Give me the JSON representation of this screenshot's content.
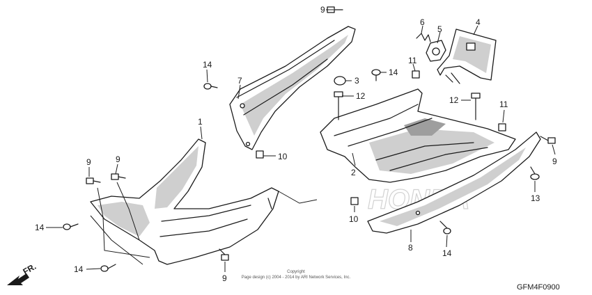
{
  "callouts": {
    "c9_top": "9",
    "c6": "6",
    "c5": "5",
    "c4": "4",
    "c14_a": "14",
    "c7": "7",
    "c11_a": "11",
    "c3": "3",
    "c14_b": "14",
    "c12_a": "12",
    "c12_b": "12",
    "c11_b": "11",
    "c1": "1",
    "c10_a": "10",
    "c9_b": "9",
    "c9_c": "9",
    "c2": "2",
    "c9_d": "9",
    "c13": "13",
    "c14_c": "14",
    "c10_b": "10",
    "c14_d": "14",
    "c8": "8",
    "c9_e": "9",
    "c14_e": "14"
  },
  "watermark": "HONDA",
  "copyright": [
    "Copyright",
    "Page design (c) 2004 - 2014 by ARI Network Services, Inc."
  ],
  "front_arrow": "FR.",
  "diagram_code": "GFM4F0900"
}
